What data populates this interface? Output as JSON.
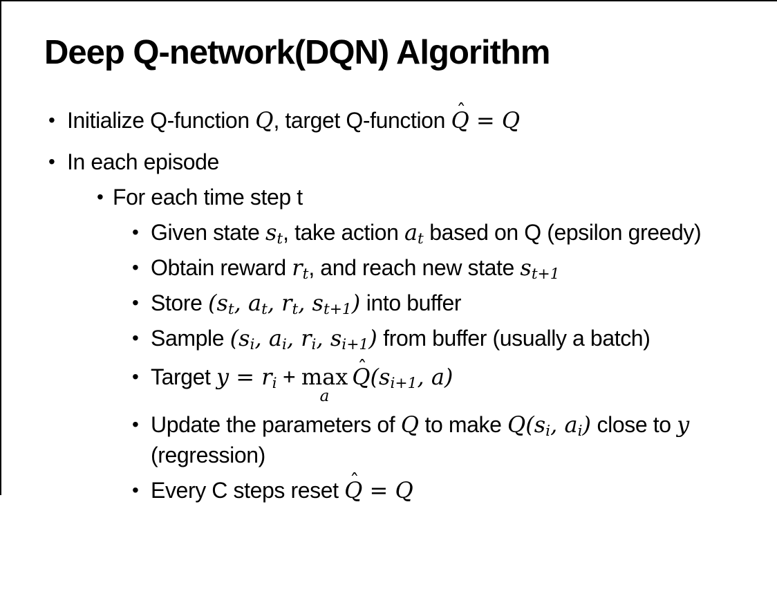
{
  "slide": {
    "title": "Deep Q-network(DQN) Algorithm",
    "colors": {
      "text": "#000000",
      "background": "#ffffff",
      "edge_line": "#000000"
    },
    "bullets": [
      {
        "level": 1,
        "html": "Initialize Q-function <span class='m'>Q</span>, target Q-function <span class='m'><span class='hat'>Q</span> = Q</span>"
      },
      {
        "level": 1,
        "html": "In each episode"
      },
      {
        "level": 2,
        "html": "For each time step t"
      },
      {
        "level": 3,
        "html": "Given state <span class='m'>s<sub>t</sub></span>, take action <span class='m'>a<sub>t</sub></span> based on Q (epsilon greedy)"
      },
      {
        "level": 3,
        "html": "Obtain reward <span class='m'>r<sub>t</sub></span>, and reach new state <span class='m'>s<sub>t+1</sub></span>"
      },
      {
        "level": 3,
        "html": "Store <span class='m'>(s<sub>t</sub>, a<sub>t</sub>, r<sub>t</sub>, s<sub>t+1</sub>)</span> into buffer"
      },
      {
        "level": 3,
        "html": "Sample <span class='m'>(s<sub>i</sub>, a<sub>i</sub>, r<sub>i</sub>, s<sub>i+1</sub>)</span> from buffer (usually a batch)"
      },
      {
        "level": 3,
        "html": "Target <span class='m'>y = r<sub>i</sub></span> + <span class='maxop'><span class='op'>max</span><span class='under'>a</span></span>&thinsp;<span class='m'><span class='hat'>Q</span>(s<sub>i+1</sub>, a)</span>"
      },
      {
        "level": 3,
        "html": "Update the parameters of <span class='m'>Q</span> to make <span class='m'>Q(s<sub>i</sub>, a<sub>i</sub>)</span> close to <span class='m'>y</span> (regression)"
      },
      {
        "level": 3,
        "html": "Every C steps reset <span class='m'><span class='hat'>Q</span> = Q</span>"
      }
    ]
  }
}
